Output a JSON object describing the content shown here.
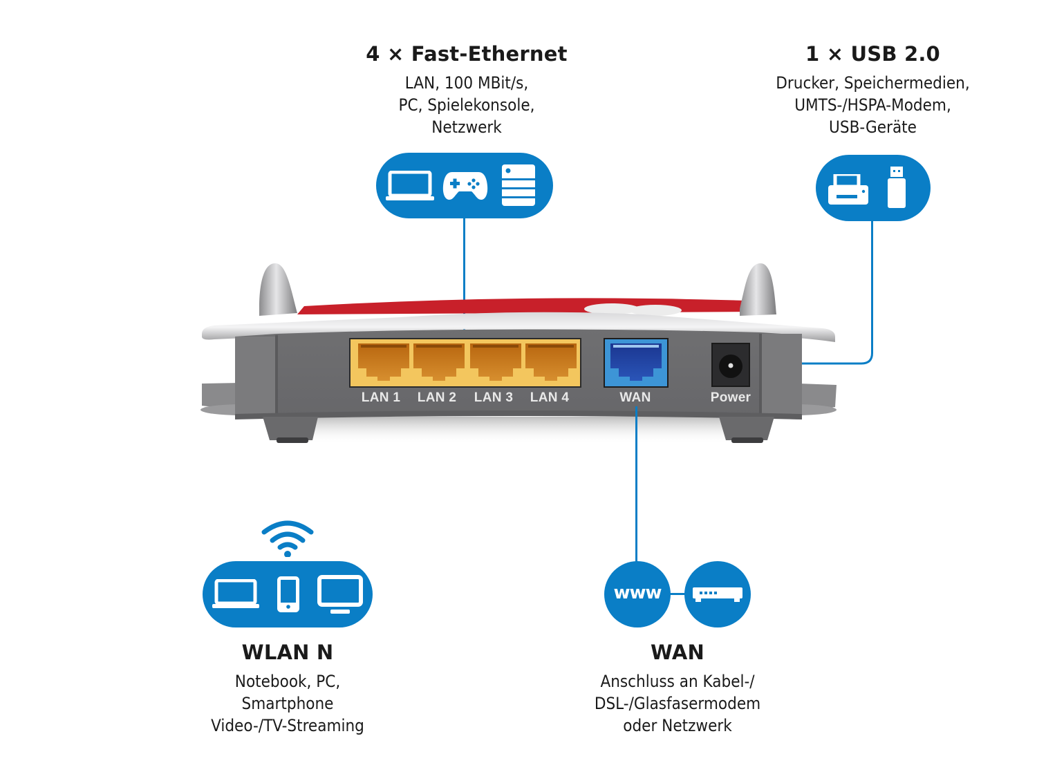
{
  "callouts": {
    "lan": {
      "title": "4 × Fast-Ethernet",
      "lines": [
        "LAN, 100 MBit/s,",
        "PC, Spielekonsole,",
        "Netzwerk"
      ],
      "icons": [
        "laptop-icon",
        "gamepad-icon",
        "server-icon"
      ]
    },
    "usb": {
      "title": "1 × USB 2.0",
      "lines": [
        "Drucker, Speichermedien,",
        "UMTS-/HSPA-Modem,",
        "USB-Geräte"
      ],
      "icons": [
        "printer-icon",
        "usb-stick-icon"
      ]
    },
    "wlan": {
      "title": "WLAN N",
      "lines": [
        "Notebook, PC,",
        "Smartphone",
        "Video-/TV-Streaming"
      ],
      "icons": [
        "wifi-icon",
        "laptop-icon",
        "smartphone-icon",
        "monitor-icon"
      ]
    },
    "wan": {
      "title": "WAN",
      "lines": [
        "Anschluss an Kabel-/",
        "DSL-/Glasfasermodem",
        "oder Netzwerk"
      ],
      "icons": [
        "www-icon",
        "modem-icon"
      ],
      "www_text": "www"
    }
  },
  "router": {
    "ports": [
      {
        "label": "LAN 1",
        "type": "lan"
      },
      {
        "label": "LAN 2",
        "type": "lan"
      },
      {
        "label": "LAN 3",
        "type": "lan"
      },
      {
        "label": "LAN 4",
        "type": "lan"
      },
      {
        "label": "WAN",
        "type": "wan"
      },
      {
        "label": "Power",
        "type": "power"
      }
    ]
  },
  "colors": {
    "accent_blue": "#0a7ec6",
    "lan_port_yellow": "#f2c45c",
    "lan_port_inner": "#c77a1a",
    "wan_port_blue": "#3d95d6",
    "wan_port_inner": "#1f3fa0",
    "router_body": "#6e6e70",
    "router_trim": "#b9b9bb",
    "router_red": "#c8202a"
  }
}
